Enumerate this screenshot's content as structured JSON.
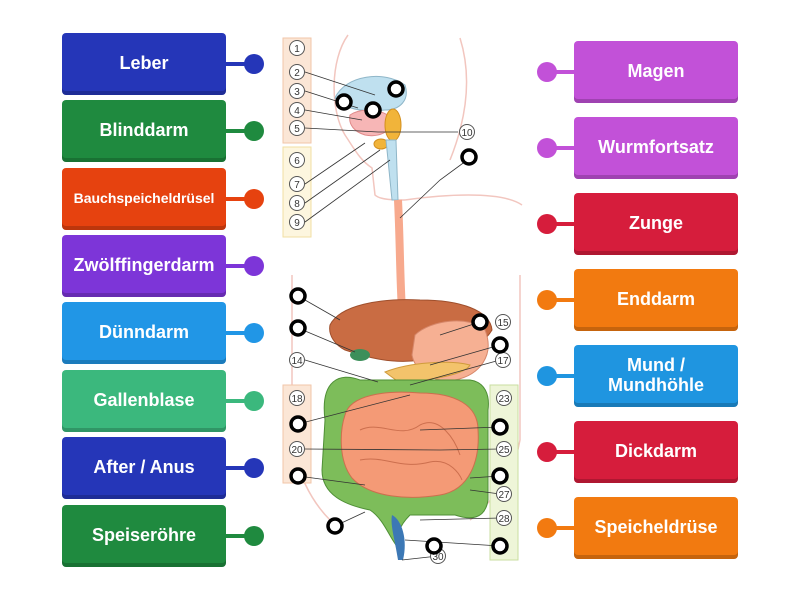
{
  "left_labels": [
    {
      "text": "Leber",
      "color": "#2536b8"
    },
    {
      "text": "Blinddarm",
      "color": "#1f8a3f"
    },
    {
      "text": "Bauchspeicheldrüsel",
      "color": "#e6420f"
    },
    {
      "text": "Zwölffingerdarm",
      "color": "#7d35d8"
    },
    {
      "text": "Dünndarm",
      "color": "#2196e6"
    },
    {
      "text": "Gallenblase",
      "color": "#3bb87d"
    },
    {
      "text": "After / Anus",
      "color": "#2536b8"
    },
    {
      "text": "Speiseröhre",
      "color": "#1f8a3f"
    }
  ],
  "right_labels": [
    {
      "text": "Magen",
      "color": "#c251d8"
    },
    {
      "text": "Wurmfortsatz",
      "color": "#c251d8"
    },
    {
      "text": "Zunge",
      "color": "#d61d3c"
    },
    {
      "text": "Enddarm",
      "color": "#f27a10"
    },
    {
      "text": "Mund / Mundhöhle",
      "color": "#1f95e0"
    },
    {
      "text": "Dickdarm",
      "color": "#d61d3c"
    },
    {
      "text": "Speicheldrüse",
      "color": "#f27a10"
    }
  ],
  "diagram": {
    "numbers": [
      "1",
      "2",
      "3",
      "4",
      "5",
      "6",
      "7",
      "8",
      "9",
      "10",
      "14",
      "15",
      "17",
      "18",
      "20",
      "23",
      "25",
      "27",
      "28",
      "30"
    ]
  }
}
